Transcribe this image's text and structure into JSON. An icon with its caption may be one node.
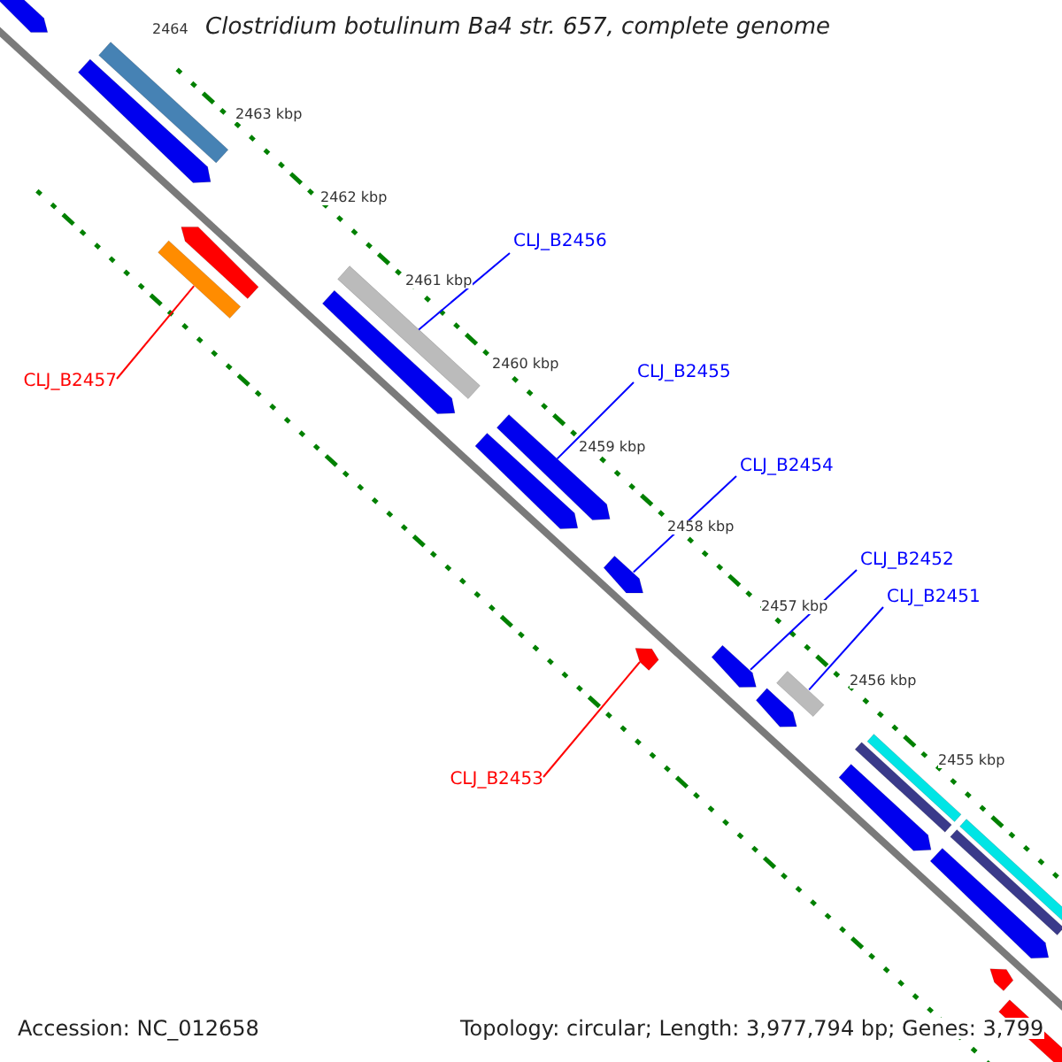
{
  "diagram": {
    "title": "Clostridium botulinum Ba4 str. 657, complete genome",
    "nodes": [
      {
        "text": [
          "CLJ_B2456"
        ]
      },
      {
        "text": [
          "CLJ_B2457"
        ]
      },
      {
        "text": [
          "CLJ_B2455"
        ]
      },
      {
        "text": [
          "CLJ_B2454"
        ]
      },
      {
        "text": [
          "CLJ_B2452"
        ]
      },
      {
        "text": [
          "CLJ_B2451"
        ]
      },
      {
        "text": [
          "CLJ_B2453"
        ]
      },
      {
        "text": [],
        "shape": "bar"
      },
      {
        "text": [],
        "shape": "bar"
      },
      {
        "text": [],
        "shape": "bar"
      },
      {
        "text": [],
        "shape": "bar"
      },
      {
        "text": [],
        "shape": "bar"
      },
      {
        "text": [],
        "shape": "bar"
      },
      {
        "text": [],
        "shape": "bar"
      },
      {
        "text": [],
        "shape": "bar"
      },
      {
        "text": [],
        "shape": "bar"
      },
      {
        "text": [],
        "shape": "bar"
      },
      {
        "text": [],
        "shape": "bar"
      },
      {
        "text": [],
        "shape": "bar"
      },
      {
        "text": [],
        "shape": "bar"
      },
      {
        "text": [],
        "shape": "bar"
      },
      {
        "text": [],
        "shape": "bar"
      },
      {
        "text": [],
        "shape": "bar"
      },
      {
        "text": [],
        "shape": "bar"
      },
      {
        "text": [],
        "shape": "bar"
      },
      {
        "text": [],
        "shape": "bar"
      },
      {
        "text": [],
        "shape": "bar"
      },
      {
        "text": [],
        "shape": "bar"
      },
      {
        "text": [],
        "shape": "bar"
      }
    ],
    "edges": [
      {
        "from": 0,
        "to": 12,
        "arrow": "none"
      },
      {
        "from": 1,
        "to": 11,
        "arrow": "none",
        "color": "#ff0000"
      },
      {
        "from": 2,
        "to": 14,
        "arrow": "none"
      },
      {
        "from": 3,
        "to": 16,
        "arrow": "none"
      },
      {
        "from": 4,
        "to": 18,
        "arrow": "none"
      },
      {
        "from": 5,
        "to": 20,
        "arrow": "none"
      },
      {
        "from": 6,
        "to": 17,
        "arrow": "none",
        "color": "#ff0000"
      }
    ],
    "labels": [
      "2464",
      "2463 kbp",
      "2462 kbp",
      "2461 kbp",
      "2460 kbp",
      "2459 kbp",
      "2458 kbp",
      "2457 kbp",
      "2456 kbp",
      "2455 kbp",
      "Accession: NC_012658",
      "Topology: circular; Length: 3,977,794 bp; Genes: 3,799"
    ]
  }
}
